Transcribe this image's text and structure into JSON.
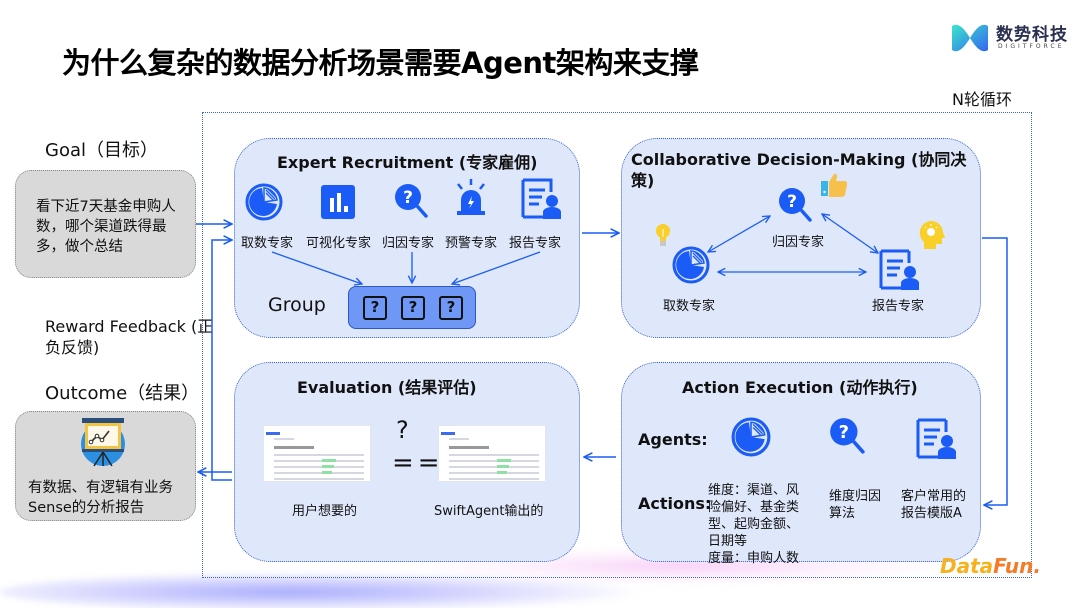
{
  "title": "为什么复杂的数据分析场景需要Agent架构来支撑",
  "logo": {
    "name_cn": "数势科技",
    "name_en": "DIGITFORCE"
  },
  "loop_label": "N轮循环",
  "left": {
    "goal_label": "Goal（目标）",
    "goal_text": "看下近7天基金申购人数，哪个渠道跌得最多，做个总结",
    "reward_label": "Reward Feedback (正负反馈)",
    "outcome_label": "Outcome（结果）",
    "outcome_text": "有数据、有逻辑有业务Sense的分析报告",
    "outcome_icon": "presentation-chart-icon"
  },
  "panels": {
    "recruitment": {
      "title": "Expert Recruitment (专家雇佣)",
      "experts": [
        {
          "label": "取数专家",
          "icon": "pie-chart-icon"
        },
        {
          "label": "可视化专家",
          "icon": "bar-chart-icon"
        },
        {
          "label": "归因专家",
          "icon": "search-question-icon"
        },
        {
          "label": "预警专家",
          "icon": "alarm-siren-icon"
        },
        {
          "label": "报告专家",
          "icon": "report-user-icon"
        }
      ],
      "group_label": "Group",
      "group_slots": [
        "?",
        "?",
        "?"
      ]
    },
    "collaborative": {
      "title": "Collaborative Decision-Making (协同决策)",
      "nodes": [
        {
          "label": "归因专家",
          "icon": "search-question-icon",
          "badge": "thumbs-up-icon"
        },
        {
          "label": "取数专家",
          "icon": "pie-chart-icon",
          "badge": "lightbulb-icon"
        },
        {
          "label": "报告专家",
          "icon": "report-user-icon",
          "badge": "idea-head-icon"
        }
      ]
    },
    "evaluation": {
      "title": "Evaluation (结果评估)",
      "left_caption": "用户想要的",
      "right_caption": "SwiftAgent输出的",
      "question": "?",
      "equals": "=="
    },
    "action": {
      "title": "Action Execution (动作执行)",
      "agents_label": "Agents:",
      "actions_label": "Actions:",
      "actions": [
        "维度：渠道、风险偏好、基金类型、起购金额、日期等\n度量：申购人数",
        "维度归因算法",
        "客户常用的报告模版A"
      ]
    }
  },
  "colors": {
    "accent": "#1a5cf5",
    "panel_bg": "#dfe8fb",
    "border": "#3d63c8",
    "gray_box": "#d9d9d9"
  },
  "watermark": {
    "part1": "Data",
    "part2": "Fun."
  }
}
